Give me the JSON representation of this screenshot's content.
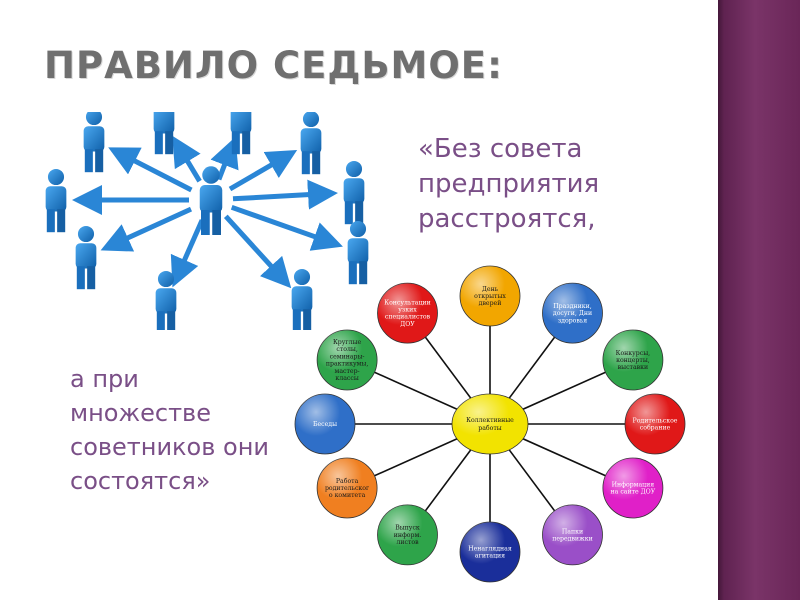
{
  "slide": {
    "title": "ПРАВИЛО СЕДЬМОЕ:",
    "quote_top": [
      "«Без совета",
      "предприятия",
      "расстроятся,"
    ],
    "quote_bottom": [
      "а при",
      "множестве",
      "советников они",
      "состоятся»"
    ]
  },
  "colors": {
    "title": "#6f6f6f",
    "quote": "#7a4f87",
    "side_band": "#6a2658",
    "figures": "#1f7fc8"
  },
  "diagram": {
    "center": {
      "lines": [
        "Коллективные",
        "работы"
      ],
      "color": "#f2e300"
    },
    "nodes": [
      {
        "lines": [
          "День",
          "открытых",
          "дверей"
        ],
        "color": "#f2a600"
      },
      {
        "lines": [
          "Праздники,",
          "досуги, Дни",
          "здоровья"
        ],
        "color": "#2f6fc8"
      },
      {
        "lines": [
          "Конкурсы,",
          "концерты,",
          "выставки"
        ],
        "color": "#2ea44a"
      },
      {
        "lines": [
          "Родительское",
          "собрание"
        ],
        "color": "#e01818"
      },
      {
        "lines": [
          "Информация",
          "на сайте ДОУ"
        ],
        "color": "#e020c8"
      },
      {
        "lines": [
          "Папки",
          "передвижки"
        ],
        "color": "#9a4fc8"
      },
      {
        "lines": [
          "Ненаглядная",
          "агитация"
        ],
        "color": "#1a2e9a"
      },
      {
        "lines": [
          "Выпуск",
          "информ.",
          "листов"
        ],
        "color": "#2ea44a"
      },
      {
        "lines": [
          "Работа",
          "родительског",
          "о комитета"
        ],
        "color": "#f07f20"
      },
      {
        "lines": [
          "Беседы"
        ],
        "color": "#2f6fc8"
      },
      {
        "lines": [
          "Круглые",
          "столы,",
          "семинары-",
          "практикумы,",
          "мастер-",
          "классы"
        ],
        "color": "#2ea44a"
      },
      {
        "lines": [
          "Консультации",
          "узких",
          "специалистов",
          "ДОУ"
        ],
        "color": "#e01818"
      }
    ]
  }
}
